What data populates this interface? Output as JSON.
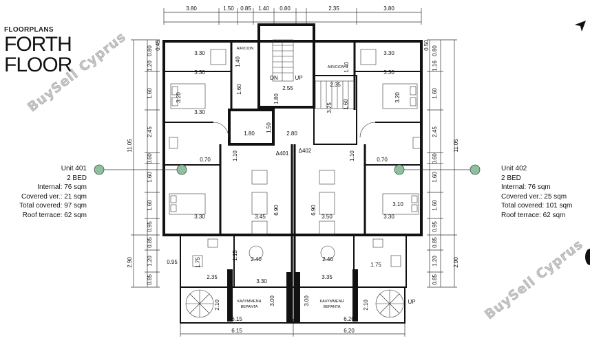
{
  "title": {
    "header": "FLOORPLANS",
    "line1": "FORTH",
    "line2": "FLOOR"
  },
  "watermark": "BuySell Cyprus",
  "units": [
    {
      "name": "Unit 401",
      "beds": "2 BED",
      "internal": "Internal: 76 sqm",
      "covered": "Covered ver.: 21 sqm",
      "total": "Total covered:  97 sqm",
      "roof": "Roof terrace: 62 sqm"
    },
    {
      "name": "Unit 402",
      "beds": "2 BED",
      "internal": "Internal: 76 sqm",
      "covered": "Covered ver.: 25 sqm",
      "total": "Total covered:  101 sqm",
      "roof": "Roof terrace: 62 sqm"
    }
  ],
  "dimensions": {
    "top": [
      "3.80",
      "1.50",
      "0.85",
      "1.40",
      "0.80",
      "2.35",
      "3.80"
    ],
    "bottom": [
      "6.15",
      "6.20"
    ],
    "bottom_inner": [
      "6.15",
      "6.20"
    ],
    "left_outer": [
      "11.05",
      "2.90"
    ],
    "left_inner": [
      "0.80",
      "0.45",
      "1.20",
      "1.60",
      "2.45",
      "0.60",
      "1.60",
      "1.60",
      "0.95",
      "0.85",
      "1.20",
      "0.85"
    ],
    "right_inner": [
      "0.80",
      "0.50",
      "1.16",
      "1.60",
      "2.45",
      "0.60",
      "1.60",
      "1.60",
      "0.95",
      "0.85",
      "1.20",
      "0.85"
    ],
    "right_outer": [
      "11.05",
      "2.90"
    ],
    "rooms": [
      "3.30",
      "3.30",
      "3.20",
      "3.30",
      "0.70",
      "3.30",
      "3.45",
      "6.90",
      "6.90",
      "3.50",
      "3.30",
      "3.20",
      "3.30",
      "0.70",
      "3.10",
      "3.30",
      "2.40",
      "2.40",
      "0.95",
      "1.15",
      "1.75",
      "1.75",
      "3.30",
      "3.35",
      "2.35",
      "2.10",
      "2.10",
      "3.00",
      "3.00",
      "1.80",
      "1.50",
      "2.80",
      "2.55",
      "2.35",
      "1.80",
      "1.60",
      "3.75",
      "1.60",
      "1.10",
      "1.10",
      "1.40",
      "1.40"
    ],
    "levels": [
      "Δ401",
      "Δ402"
    ]
  },
  "labels": {
    "aircon_left": "A/R/CION",
    "aircon_right": "A/R/CION",
    "dn": "DN",
    "up": "UP",
    "up_outer": "UP",
    "veranda_left_1": "ΚΑΛΥΜΜΕΝΗ",
    "veranda_left_2": "ΒΕΡΑΝΤΑ",
    "veranda_right_1": "ΚΑΛΥΜΜΕΝΗ",
    "veranda_right_2": "ΒΕΡΑΝΤΑ"
  },
  "colors": {
    "wall": "#111111",
    "marker": "#8fbf9f",
    "marker_stroke": "#3a5a46",
    "line": "#333333"
  }
}
